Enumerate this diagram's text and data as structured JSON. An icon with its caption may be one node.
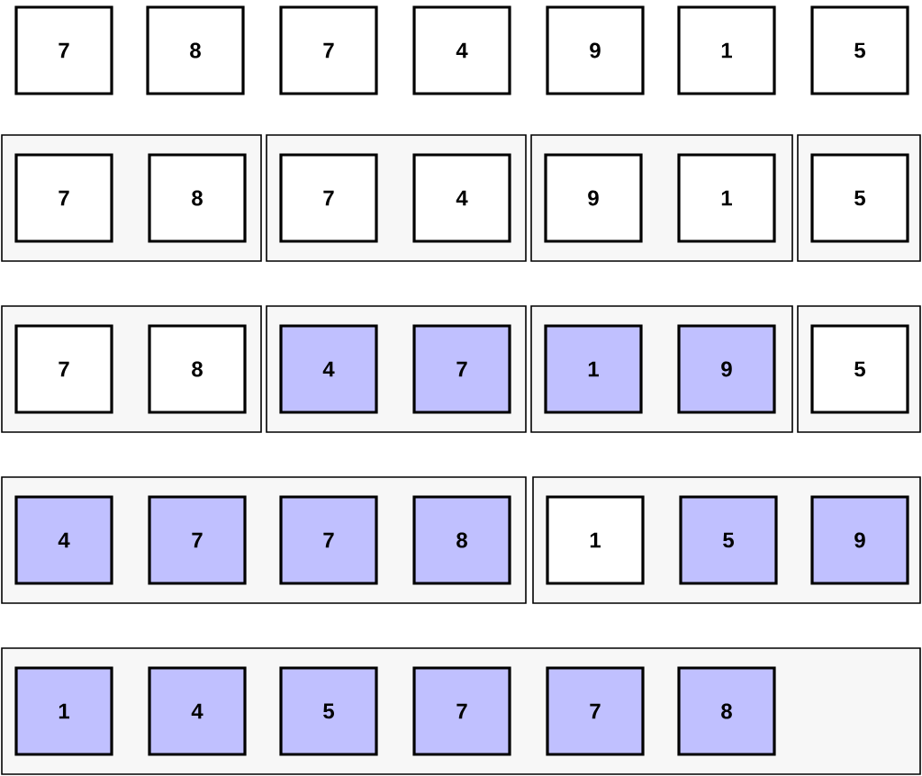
{
  "diagram": {
    "nodes": [
      {
        "text": [
          "7"
        ]
      },
      {
        "text": [
          "8"
        ]
      },
      {
        "text": [
          "7"
        ]
      },
      {
        "text": [
          "4"
        ]
      },
      {
        "text": [
          "9"
        ]
      },
      {
        "text": [
          "1"
        ]
      },
      {
        "text": [
          "5"
        ]
      },
      {
        "text": [],
        "shape": "box"
      },
      {
        "text": [
          "7"
        ],
        "in": 7
      },
      {
        "text": [
          "8"
        ],
        "in": 7
      },
      {
        "text": [],
        "shape": "box"
      },
      {
        "text": [
          "7"
        ],
        "in": 10
      },
      {
        "text": [
          "4"
        ],
        "in": 10
      },
      {
        "text": [],
        "shape": "box"
      },
      {
        "text": [
          "9"
        ],
        "in": 13
      },
      {
        "text": [
          "1"
        ],
        "in": 13
      },
      {
        "text": [],
        "shape": "box"
      },
      {
        "text": [
          "5"
        ],
        "in": 16
      },
      {
        "text": [],
        "shape": "box"
      },
      {
        "text": [
          "7"
        ],
        "in": 18
      },
      {
        "text": [
          "8"
        ],
        "in": 18
      },
      {
        "text": [],
        "shape": "box"
      },
      {
        "text": [
          "4"
        ],
        "in": 21
      },
      {
        "text": [
          "7"
        ],
        "in": 21
      },
      {
        "text": [],
        "shape": "box"
      },
      {
        "text": [
          "1"
        ],
        "in": 24
      },
      {
        "text": [
          "9"
        ],
        "in": 24
      },
      {
        "text": [],
        "shape": "box"
      },
      {
        "text": [
          "5"
        ],
        "in": 27
      },
      {
        "text": [],
        "shape": "box"
      },
      {
        "text": [
          "4"
        ],
        "in": 29
      },
      {
        "text": [
          "7"
        ],
        "in": 29
      },
      {
        "text": [
          "7"
        ],
        "in": 29
      },
      {
        "text": [
          "8"
        ],
        "in": 29
      },
      {
        "text": [],
        "shape": "box"
      },
      {
        "text": [
          "1"
        ],
        "in": 34
      },
      {
        "text": [
          "5"
        ],
        "in": 34
      },
      {
        "text": [
          "9"
        ],
        "in": 34
      },
      {
        "text": [],
        "shape": "box"
      },
      {
        "text": [
          "1"
        ],
        "in": 38
      },
      {
        "text": [
          "4"
        ],
        "in": 38
      },
      {
        "text": [
          "5"
        ],
        "in": 38
      },
      {
        "text": [
          "7"
        ],
        "in": 38
      },
      {
        "text": [
          "7"
        ],
        "in": 38
      },
      {
        "text": [
          "8"
        ],
        "in": 38
      }
    ]
  }
}
